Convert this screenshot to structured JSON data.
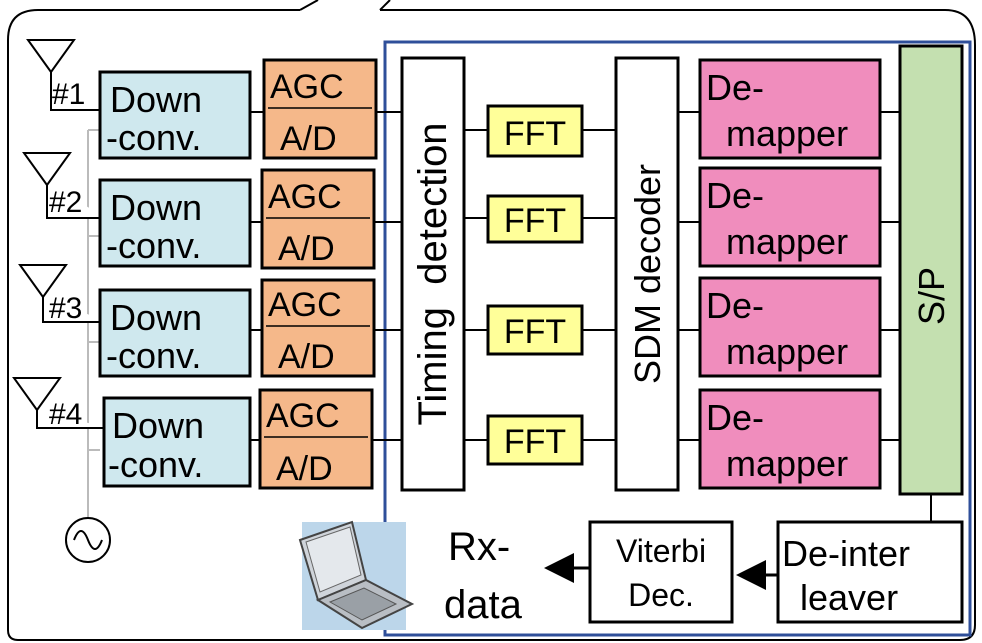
{
  "antennas": [
    {
      "label": "#1"
    },
    {
      "label": "#2"
    },
    {
      "label": "#3"
    },
    {
      "label": "#4"
    }
  ],
  "downconv": {
    "line1": "Down",
    "line2": "-conv."
  },
  "agc": {
    "top": "AGC",
    "bottom": "A/D"
  },
  "timing": {
    "label": "Timing  detection"
  },
  "fft": {
    "label": "FFT"
  },
  "sdm": {
    "label": "SDM decoder"
  },
  "demapper": {
    "line1": "De-",
    "line2": "mapper"
  },
  "sp": {
    "label": "S/P"
  },
  "deinterleaver": {
    "line1": "De-inter",
    "line2": "leaver"
  },
  "viterbi": {
    "line1": "Viterbi",
    "line2": "Dec."
  },
  "rxdata": {
    "line1": "Rx-",
    "line2": "data"
  },
  "colors": {
    "downconv": "#cfe8ee",
    "agc": "#f5b88a",
    "fft": "#ffff99",
    "demapper": "#f08dbd",
    "sp": "#c4e0b0",
    "frame": "#2f4f9a"
  }
}
